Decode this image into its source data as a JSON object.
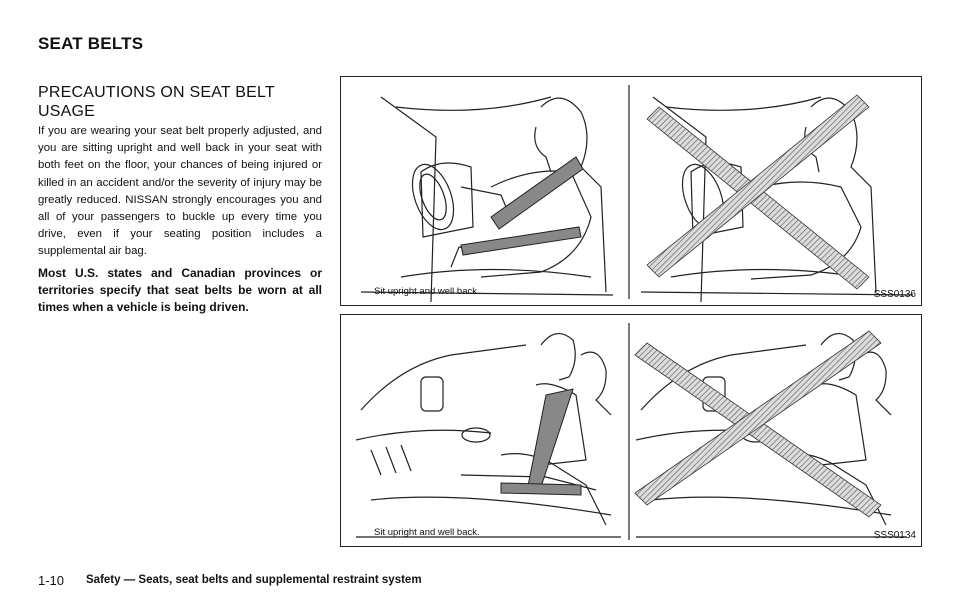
{
  "header": {
    "section_title": "SEAT BELTS"
  },
  "article": {
    "heading": "PRECAUTIONS ON SEAT BELT USAGE",
    "paragraph": "If you are wearing your seat belt properly adjusted, and you are sitting upright and well back in your seat with both feet on the floor, your chances of being injured or killed in an accident and/or the severity of injury may be greatly reduced. NISSAN strongly encourages you and all of your passengers to buckle up every time you drive, even if your seating position includes a supplemental air bag.",
    "bold_paragraph": "Most U.S. states and Canadian provinces or territories specify that seat belts be worn at all times when a vehicle is being driven."
  },
  "figures": [
    {
      "caption": "Sit upright and well back.",
      "code": "SSS0136"
    },
    {
      "caption": "Sit upright and well back.",
      "code": "SSS0134"
    }
  ],
  "footer": {
    "page_number": "1-10",
    "chapter": "Safety — Seats, seat belts and supplemental restraint system"
  }
}
